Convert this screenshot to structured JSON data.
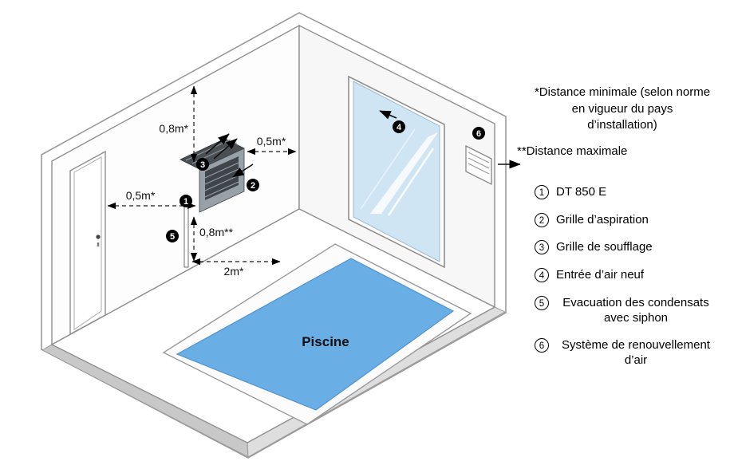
{
  "colors": {
    "pool_water": "#6aaee6",
    "pool_edge": "#4f93cf",
    "window_glass": "#cfe5f4",
    "unit_dark": "#4a4f54",
    "unit_mid": "#99a1a8",
    "unit_grille": "#3f454b"
  },
  "diagram": {
    "pool_label": "Piscine",
    "dim_ceiling": "0,8m*",
    "dim_right": "0,5m*",
    "dim_door": "0,5m*",
    "dim_floor_max": "0,8m**",
    "dim_pool": "2m*",
    "badges": {
      "b1": "1",
      "b2": "2",
      "b3": "3",
      "b4": "4",
      "b5": "5",
      "b6": "6"
    }
  },
  "legend": {
    "note_min": [
      "*Distance minimale (selon norme",
      "en vigueur du pays",
      "d’installation)"
    ],
    "note_max": "**Distance maximale",
    "items": [
      {
        "num": "1",
        "label": "DT 850 E"
      },
      {
        "num": "2",
        "label": "Grille d’aspiration"
      },
      {
        "num": "3",
        "label": "Grille de soufflage"
      },
      {
        "num": "4",
        "label": "Entrée d’air neuf"
      },
      {
        "num": "5",
        "label": "Evacuation des condensats avec siphon"
      },
      {
        "num": "6",
        "label": "Système de renouvellement d’air"
      }
    ]
  }
}
